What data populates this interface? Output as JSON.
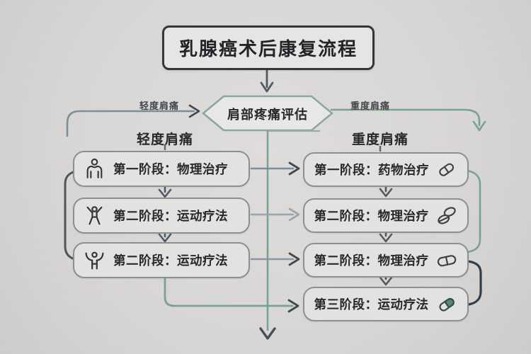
{
  "title": "乳腺癌术后康复流程",
  "decision": {
    "label": "肩部疼痛评估"
  },
  "branches": {
    "left": {
      "edge_label": "轻度肩痛",
      "column_header": "轻度肩痛"
    },
    "right": {
      "edge_label": "重度肩痛",
      "column_header": "重度肩痛"
    }
  },
  "columns": {
    "left": {
      "boxes": [
        {
          "label": "第一阶段：物理治疗",
          "icon": "person-standing-icon"
        },
        {
          "label": "第二阶段：运动疗法",
          "icon": "person-jumping-jack-icon"
        },
        {
          "label": "第二阶段：运动疗法",
          "icon": "person-arms-raised-icon"
        }
      ]
    },
    "right": {
      "boxes": [
        {
          "label": "第一阶段：药物治疗",
          "icon": "capsule-icon"
        },
        {
          "label": "第二阶段：物理治疗",
          "icon": "tablets-icon"
        },
        {
          "label": "第二阶段：物理治疗",
          "icon": "capsule-horizontal-icon"
        },
        {
          "label": "第三阶段：运动疗法",
          "icon": "capsule-filled-icon"
        }
      ]
    }
  },
  "colors": {
    "line_teal": "#7ba18f",
    "line_gray_blue": "#7e8d97",
    "line_dark_navy": "#323f4a",
    "bypass_dark_gray": "#4e565c",
    "arrow_dark": "#454f59",
    "box_border": "#8b9095",
    "hexagon_border": "#8ba79a",
    "capsule_fill": "#4f8a78",
    "background": "#d7d6d4"
  }
}
